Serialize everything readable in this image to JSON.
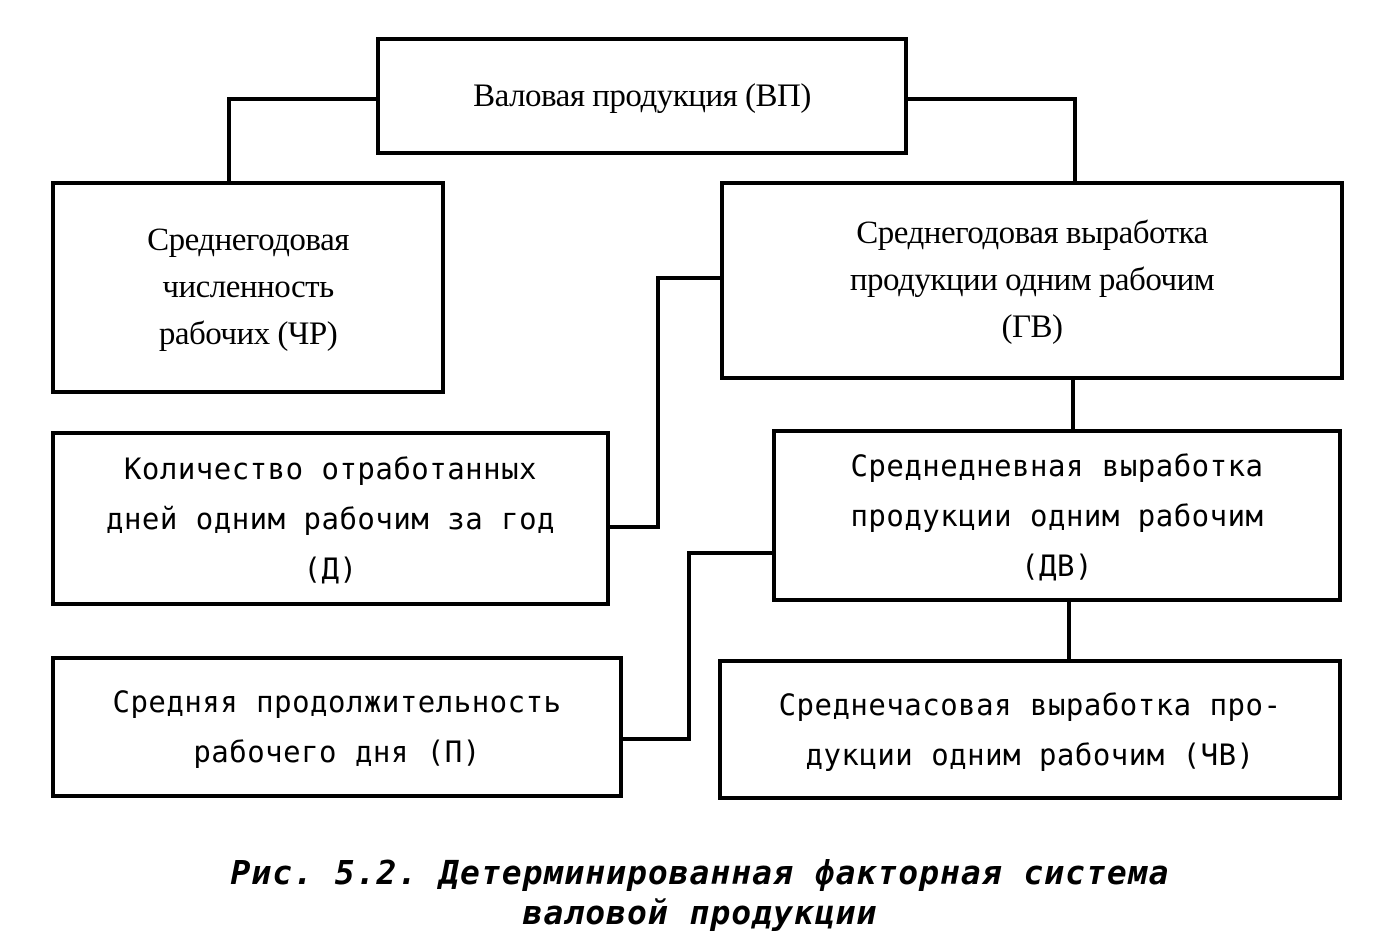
{
  "boxes": {
    "vp": [
      "Валовая продукция (ВП)"
    ],
    "chr": [
      "Среднегодовая",
      "численность",
      "рабочих (ЧР)"
    ],
    "gv": [
      "Среднегодовая выработка",
      "продукции одним рабочим",
      "(ГВ)"
    ],
    "d": [
      "Количество отработанных",
      "дней одним рабочим за год",
      "(Д)"
    ],
    "dv": [
      "Среднедневная выработка",
      "продукции одним рабочим",
      "(ДВ)"
    ],
    "p": [
      "Средняя продолжительность",
      "рабочего дня (П)"
    ],
    "chv": [
      "Среднечасовая выработка про-",
      "дукции одним рабочим (ЧВ)"
    ]
  },
  "caption": [
    "Рис. 5.2. Детерминированная факторная система",
    "валовой продукции"
  ]
}
